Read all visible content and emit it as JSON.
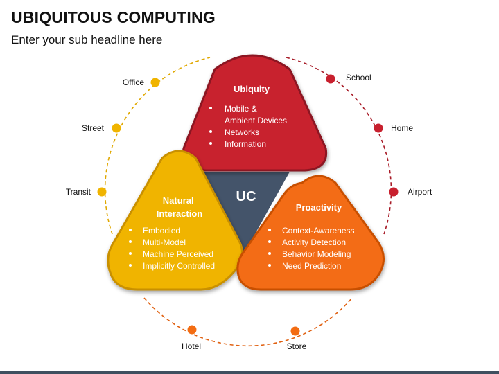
{
  "header": {
    "title": "UBIQUITOUS COMPUTING",
    "subtitle": "Enter your sub headline here"
  },
  "center": {
    "label": "UC",
    "color": "#44546a"
  },
  "petals": {
    "ubiquity": {
      "title": [
        "Ubiquity"
      ],
      "items": [
        "Mobile &",
        "Ambient Devices",
        "Networks",
        "Information"
      ],
      "bullet_lines": [
        0,
        2,
        3
      ],
      "fill": "#c8202e",
      "border": "#8c1822"
    },
    "natural": {
      "title": [
        "Natural",
        "Interaction"
      ],
      "items": [
        "Embodied",
        "Multi-Model",
        "Machine Perceived",
        "Implicitly Controlled"
      ],
      "bullet_lines": [
        0,
        1,
        2,
        3
      ],
      "fill": "#f0b400",
      "border": "#c99000"
    },
    "proactivity": {
      "title": [
        "Proactivity"
      ],
      "items": [
        "Context-Awareness",
        "Activity Detection",
        "Behavior Modeling",
        "Need Prediction"
      ],
      "bullet_lines": [
        0,
        1,
        2,
        3
      ],
      "fill": "#f36c12",
      "border": "#c84f05"
    }
  },
  "places": [
    {
      "label": "Office",
      "color": "#f0b400"
    },
    {
      "label": "Street",
      "color": "#f0b400"
    },
    {
      "label": "Transit",
      "color": "#f0b400"
    },
    {
      "label": "School",
      "color": "#c8202e"
    },
    {
      "label": "Home",
      "color": "#c8202e"
    },
    {
      "label": "Airport",
      "color": "#c8202e"
    },
    {
      "label": "Hotel",
      "color": "#f36c12"
    },
    {
      "label": "Store",
      "color": "#f36c12"
    }
  ]
}
